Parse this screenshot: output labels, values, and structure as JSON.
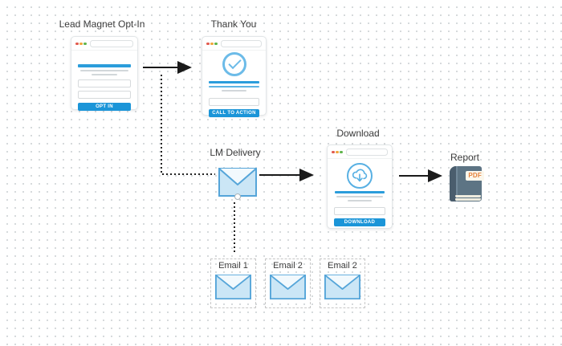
{
  "canvas": {
    "name": "funnel-map-canvas",
    "background_dot_color": "#c9cdd0"
  },
  "colors": {
    "accent_blue": "#1b95d8",
    "light_blue_icon": "#6cbbe8",
    "envelope_fill": "#cbe6f6",
    "envelope_border": "#55a5d9",
    "book_body": "#5d7484",
    "book_spine": "#4a5d6d",
    "pdf_text": "#e5813b",
    "arrow_color": "#1a1a1a",
    "label_text": "#3b3b3b",
    "dashed_box_border": "#c6c6c6"
  },
  "nodes": {
    "lead_magnet_opt_in": {
      "label": "Lead Magnet Opt-In",
      "type": "page",
      "button": "OPT IN"
    },
    "thank_you": {
      "label": "Thank You",
      "type": "page",
      "icon": "check-circle",
      "button": "CALL TO ACTION"
    },
    "lm_delivery": {
      "label": "LM Delivery",
      "type": "email"
    },
    "download": {
      "label": "Download",
      "type": "page",
      "icon": "cloud-download",
      "button": "DOWNLOAD"
    },
    "report": {
      "label": "Report",
      "type": "asset",
      "badge": "PDF"
    },
    "email_sequence": [
      {
        "label": "Email 1",
        "type": "email"
      },
      {
        "label": "Email 2",
        "type": "email"
      },
      {
        "label": "Email 2",
        "type": "email"
      }
    ]
  },
  "connectors": [
    {
      "from": "lead_magnet_opt_in",
      "to": "thank_you",
      "style": "solid-arrow"
    },
    {
      "from": "lead_magnet_opt_in",
      "to": "lm_delivery",
      "style": "dotted"
    },
    {
      "from": "lm_delivery",
      "to": "download",
      "style": "solid-arrow"
    },
    {
      "from": "download",
      "to": "report",
      "style": "solid-arrow"
    },
    {
      "from": "lm_delivery",
      "to": "email_sequence",
      "style": "dotted"
    }
  ]
}
